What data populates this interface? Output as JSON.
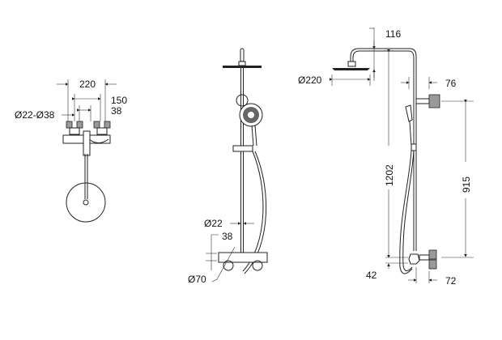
{
  "drawing": {
    "views": [
      {
        "name": "bath-mixer-front",
        "dimensions": {
          "width": "220",
          "center_distance": "150",
          "eccentric": "38",
          "connection": "Ø22-Ø38"
        }
      },
      {
        "name": "shower-column-front",
        "dimensions": {
          "pipe_diameter": "Ø22",
          "offset": "38",
          "escutcheon": "Ø70"
        }
      },
      {
        "name": "shower-column-side",
        "dimensions": {
          "head_drop": "116",
          "head_diameter": "Ø220",
          "height": "1202",
          "bracket_depth": "76",
          "bracket_spacing": "915",
          "bottom_offset": "42",
          "valve_depth": "72"
        }
      }
    ],
    "colors": {
      "line": "#222222",
      "fill_grey": "#9a9a9a"
    }
  }
}
